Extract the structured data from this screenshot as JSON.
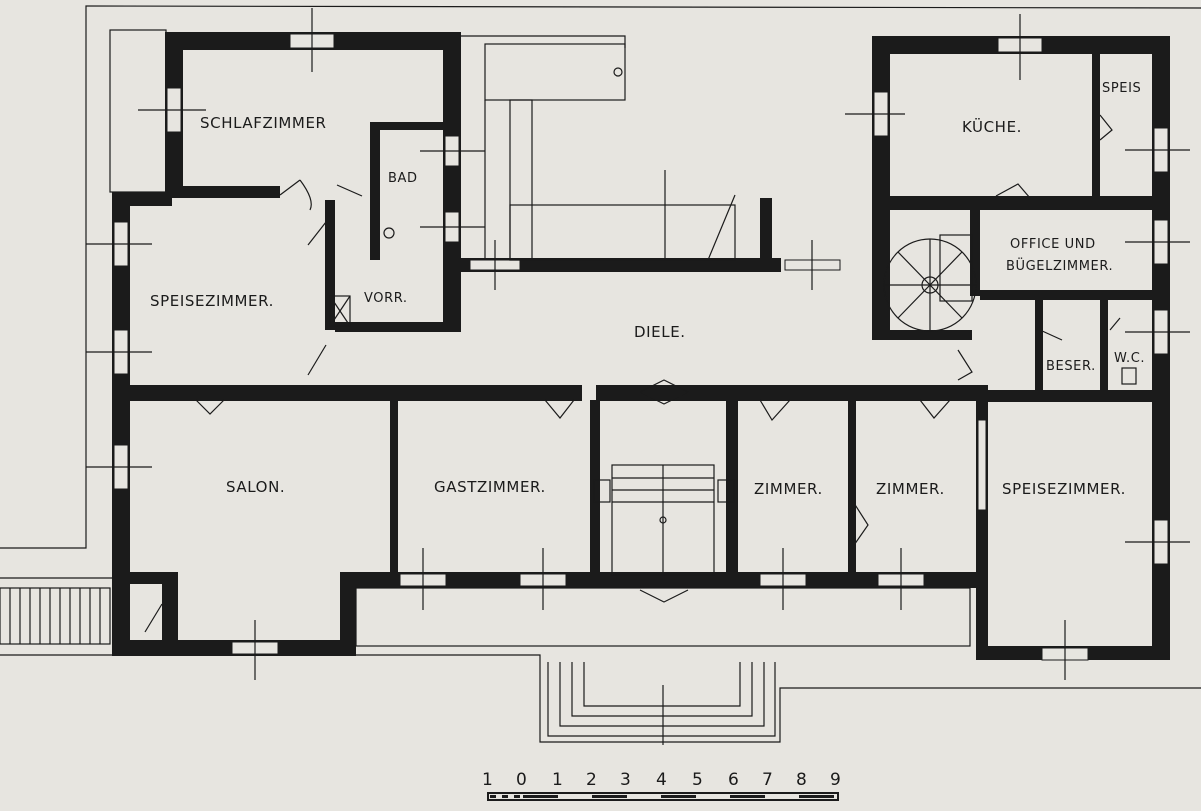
{
  "rooms": {
    "schlafzimmer": "SCHLAFZIMMER",
    "bad": "BAD",
    "speisezimmer_left": "SPEISEZIMMER.",
    "vorr": "VORR.",
    "diele": "DIELE.",
    "kueche": "KÜCHE.",
    "speis": "SPEIS",
    "office_line1": "OFFICE UND",
    "office_line2": "BÜGELZIMMER.",
    "beser": "BESER.",
    "wc": "W.C.",
    "salon": "SALON.",
    "gastzimmer": "GASTZIMMER.",
    "zimmer_1": "ZIMMER.",
    "zimmer_2": "ZIMMER.",
    "speisezimmer_right": "SPEISEZIMMER."
  },
  "scale_bar": {
    "labels": [
      "1",
      "0",
      "1",
      "2",
      "3",
      "4",
      "5",
      "6",
      "7",
      "8",
      "9"
    ]
  }
}
